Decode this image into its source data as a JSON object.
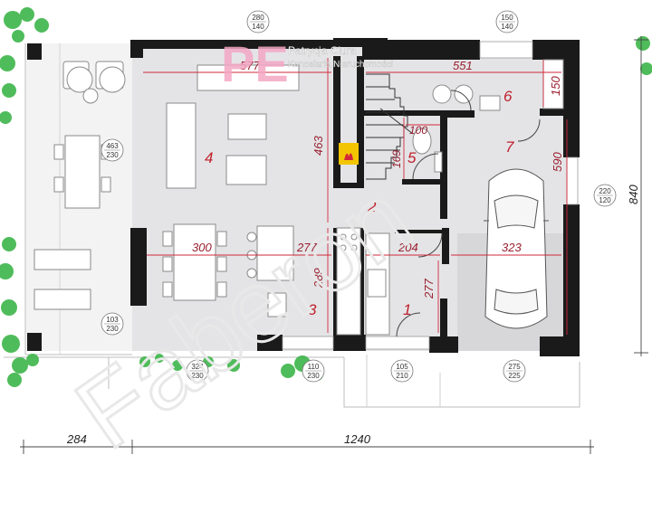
{
  "agency": {
    "name": "Patrycja Ciura",
    "tagline": "Kancelaria Nieruchomości",
    "logo_letters": "PE",
    "logo_color": "#f4a7c4"
  },
  "watermark": {
    "text": "Faberon"
  },
  "colors": {
    "wall": "#1a1a1a",
    "floor": "#e4e4e6",
    "dimension_line": "#d0283c",
    "room_number": "#c0202c",
    "fireplace": "#f2c500",
    "greenery": "#3db54a"
  },
  "rooms": [
    {
      "id": "1",
      "label": "1"
    },
    {
      "id": "2",
      "label": "2"
    },
    {
      "id": "3",
      "label": "3"
    },
    {
      "id": "4",
      "label": "4"
    },
    {
      "id": "5",
      "label": "5"
    },
    {
      "id": "6",
      "label": "6"
    },
    {
      "id": "7",
      "label": "7"
    }
  ],
  "dimensions": {
    "living_width": "577",
    "living_depth": "463",
    "utility_width": "551",
    "utility_depth": "150",
    "wc_width": "100",
    "wc_depth": "169",
    "garage_depth": "590",
    "garage_width": "323",
    "dining_width": "300",
    "kitchen_width": "277",
    "kitchen_depth": "289",
    "hall_width": "204",
    "vestibule_depth": "277",
    "total_width": "1240",
    "terrace_width": "284",
    "total_depth": "840"
  },
  "openings": {
    "window_top_left": {
      "top": "280",
      "bottom": "140"
    },
    "window_top_right": {
      "top": "150",
      "bottom": "140"
    },
    "window_living_left": {
      "top": "463",
      "bottom": "230"
    },
    "window_terrace_left": {
      "top": "103",
      "bottom": "230"
    },
    "window_front_left": {
      "top": "324",
      "bottom": "230"
    },
    "window_kitchen": {
      "top": "110",
      "bottom": "230"
    },
    "door_entrance": {
      "top": "105",
      "bottom": "210"
    },
    "door_garage": {
      "top": "275",
      "bottom": "225"
    },
    "window_garage_side": {
      "top": "220",
      "bottom": "120"
    }
  }
}
